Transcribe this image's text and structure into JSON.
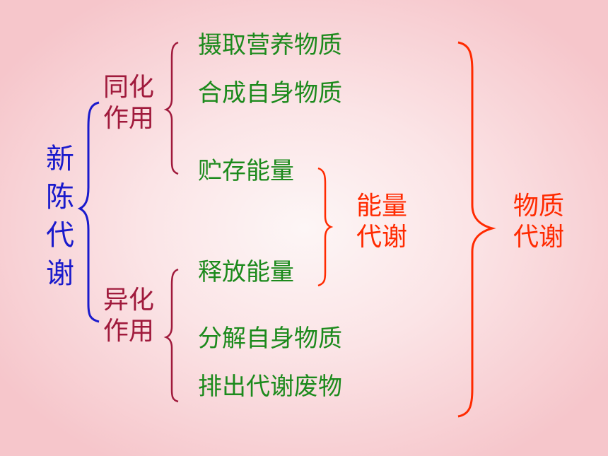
{
  "main_term": "新陈代谢",
  "anabolism": "同化作用",
  "catabolism": "异化作用",
  "items": [
    "摄取营养物质",
    "合成自身物质",
    "贮存能量",
    "释放能量",
    "分解自身物质",
    "排出代谢废物"
  ],
  "energy_metabolism": "能量代谢",
  "substance_metabolism": "物质代谢",
  "colors": {
    "main": "#1a1acc",
    "sub": "#a01a3c",
    "items": "#1c8a1c",
    "red": "#ff2a00"
  }
}
